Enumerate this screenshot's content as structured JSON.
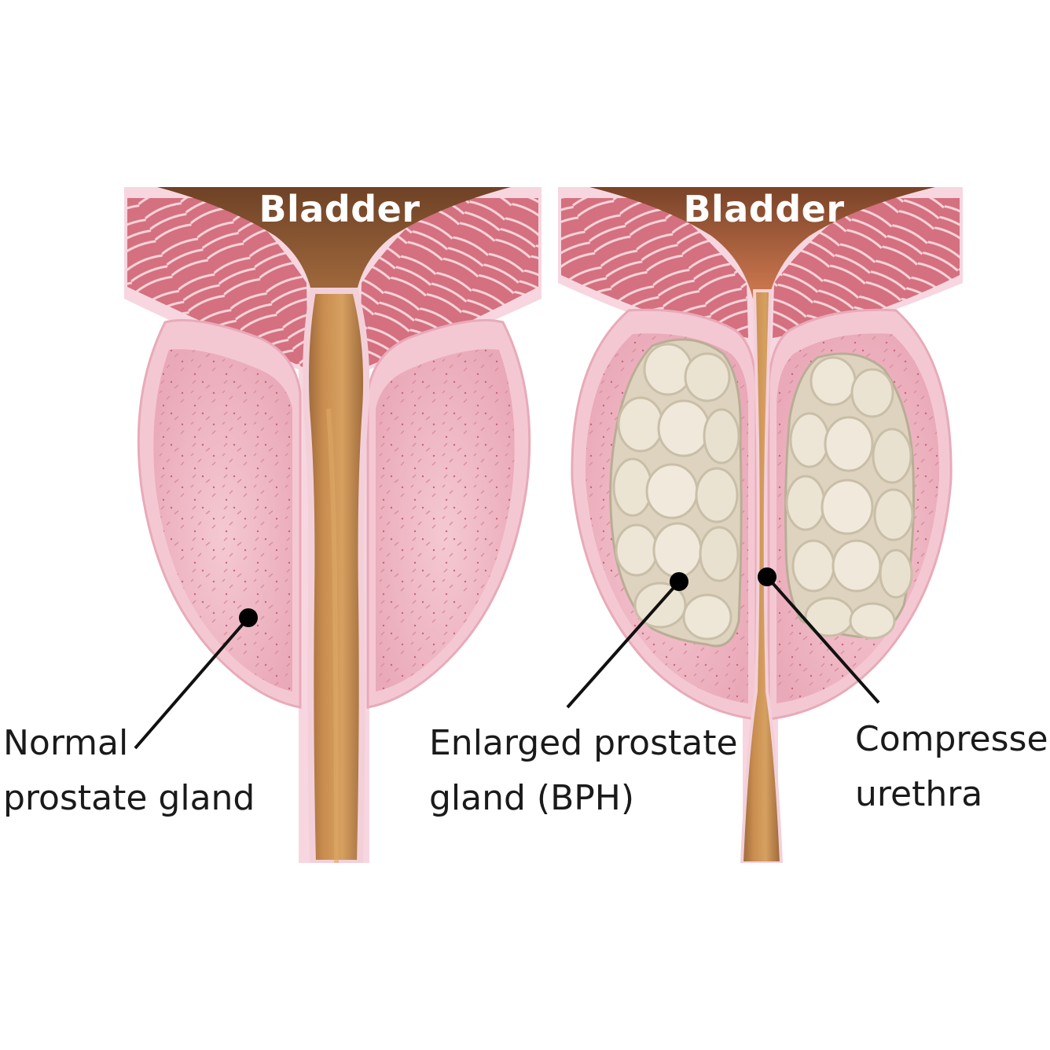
{
  "panels": [
    {
      "id": "normal",
      "title": "Bladder",
      "callouts": [
        {
          "lines": [
            "Normal",
            "prostate gland"
          ]
        }
      ]
    },
    {
      "id": "enlarged",
      "title": "Bladder",
      "callouts": [
        {
          "lines": [
            "Enlarged prostate",
            "gland (BPH)"
          ]
        },
        {
          "lines": [
            "Compressed",
            "urethra"
          ]
        }
      ]
    }
  ],
  "colors": {
    "bladder_lumen": "#8a5a36",
    "bladder_wall_outer": "#f6d3df",
    "muscle": "#d8828d",
    "muscle_light": "#f2c7cd",
    "prostate_capsule": "#f4c8d2",
    "prostate_inner": "#f1b8c4",
    "urethra": "#c58a4a",
    "urethra_dark": "#9a6638",
    "bph_nodule": "#e8e0cf",
    "bph_shadow": "#c9bea7"
  }
}
